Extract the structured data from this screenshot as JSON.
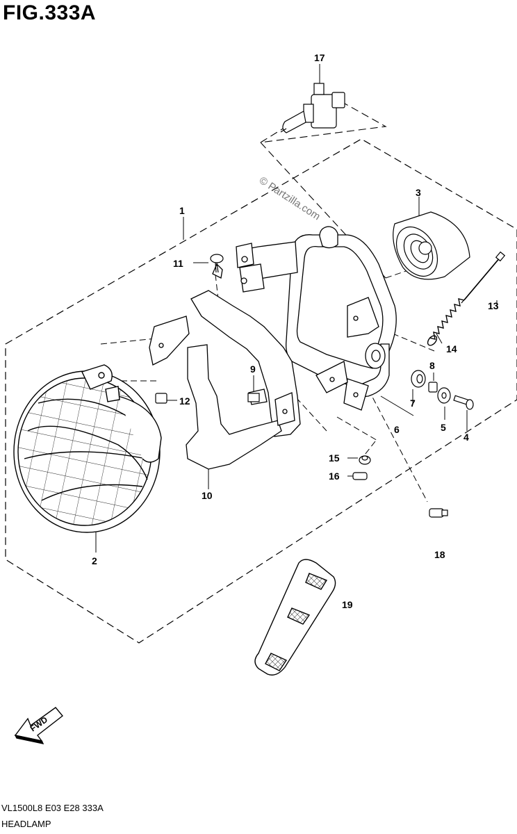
{
  "figure": {
    "title": "FIG.333A",
    "model_code": "VL1500L8  E03  E28  333A",
    "section_name": "HEADLAMP",
    "watermark": "© Partzilla.com",
    "fwd_label": "FWD"
  },
  "callouts": [
    {
      "id": "1",
      "label": "1"
    },
    {
      "id": "2",
      "label": "2"
    },
    {
      "id": "3",
      "label": "3"
    },
    {
      "id": "4",
      "label": "4"
    },
    {
      "id": "5",
      "label": "5"
    },
    {
      "id": "6",
      "label": "6"
    },
    {
      "id": "7",
      "label": "7"
    },
    {
      "id": "8",
      "label": "8"
    },
    {
      "id": "9",
      "label": "9"
    },
    {
      "id": "10",
      "label": "10"
    },
    {
      "id": "11",
      "label": "11"
    },
    {
      "id": "12",
      "label": "12"
    },
    {
      "id": "13",
      "label": "13"
    },
    {
      "id": "14",
      "label": "14"
    },
    {
      "id": "15",
      "label": "15"
    },
    {
      "id": "16",
      "label": "16"
    },
    {
      "id": "17",
      "label": "17"
    },
    {
      "id": "18",
      "label": "18"
    },
    {
      "id": "19",
      "label": "19"
    }
  ]
}
